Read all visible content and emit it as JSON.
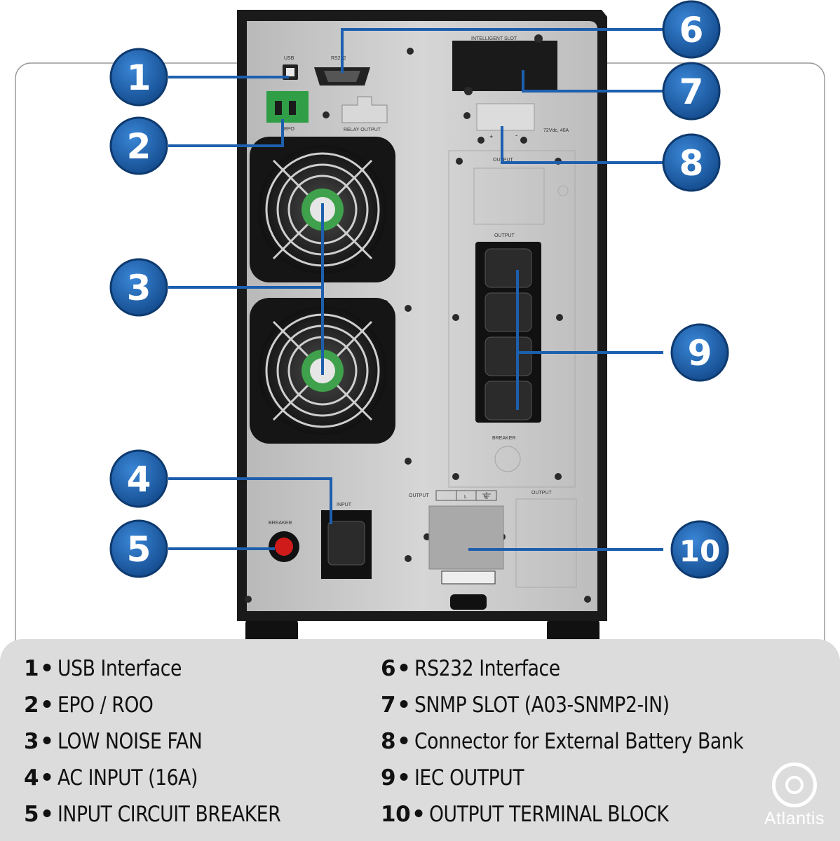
{
  "panel_labels": {
    "usb": "USB",
    "rs232": "RS232",
    "intelligent_slot": "INTELLIGENT SLOT",
    "epo": "EPO",
    "relay_output": "RELAY OUTPUT",
    "battery_rating": "72Vdc, 40A",
    "plus": "+",
    "minus": "-",
    "output_top": "OUTPUT",
    "output_iec": "OUTPUT",
    "breaker_right": "BREAKER",
    "input": "INPUT",
    "breaker_left": "BREAKER",
    "output_terminal": "OUTPUT",
    "terminal_l": "L",
    "terminal_n": "N",
    "output_right": "OUTPUT"
  },
  "badges": [
    "1",
    "2",
    "3",
    "4",
    "5",
    "6",
    "7",
    "8",
    "9",
    "10"
  ],
  "legend": {
    "left": [
      {
        "num": "1",
        "text": "USB Interface"
      },
      {
        "num": "2",
        "text": "EPO / ROO"
      },
      {
        "num": "3",
        "text": "LOW NOISE FAN"
      },
      {
        "num": "4",
        "text": "AC INPUT (16A)"
      },
      {
        "num": "5",
        "text": "INPUT CIRCUIT BREAKER"
      }
    ],
    "right": [
      {
        "num": "6",
        "text": "RS232 Interface"
      },
      {
        "num": "7",
        "text": "SNMP SLOT (A03-SNMP2-IN)"
      },
      {
        "num": "8",
        "text": "Connector for External Battery Bank"
      },
      {
        "num": "9",
        "text": "IEC OUTPUT"
      },
      {
        "num": "10",
        "text": "OUTPUT TERMINAL BLOCK"
      }
    ],
    "separator": "•"
  },
  "brand": {
    "name": "Atlantis"
  },
  "colors": {
    "badge": "#1d5fae",
    "leader": "#1d5fae",
    "panel": "#c9c9c9",
    "casing": "#1a1a1a",
    "legend_bg": "#dcdcdc"
  }
}
